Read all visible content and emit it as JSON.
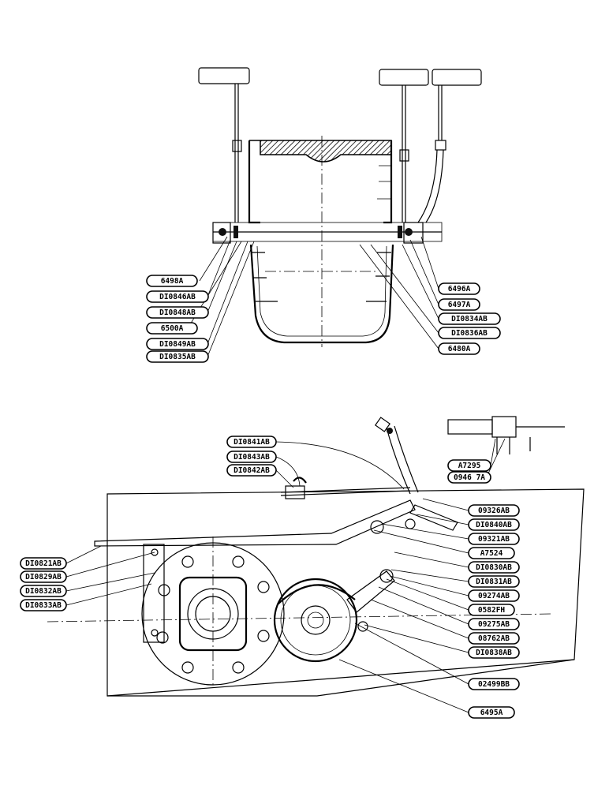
{
  "top_view": {
    "labels_left": [
      "6498A",
      "DI0846AB",
      "DI0848AB",
      "6500A",
      "DI0849AB",
      "DI0835AB"
    ],
    "labels_right": [
      "6496A",
      "6497A",
      "DI0834AB",
      "DI0836AB",
      "6480A"
    ]
  },
  "bottom_view": {
    "labels_top": [
      "DI0841AB",
      "DI0843AB",
      "DI0842AB"
    ],
    "labels_inset": [
      "A7295",
      "0946 7A"
    ],
    "labels_left": [
      "DI0821AB",
      "DI0829AB",
      "DI0832AB",
      "DI0833AB"
    ],
    "labels_right": [
      "09326AB",
      "DI0840AB",
      "09321AB",
      "A7524",
      "DI0830AB",
      "DI0831AB",
      "09274AB",
      "0582FH",
      "09275AB",
      "08762AB",
      "DI0838AB",
      "02499BB",
      "6495A"
    ]
  }
}
